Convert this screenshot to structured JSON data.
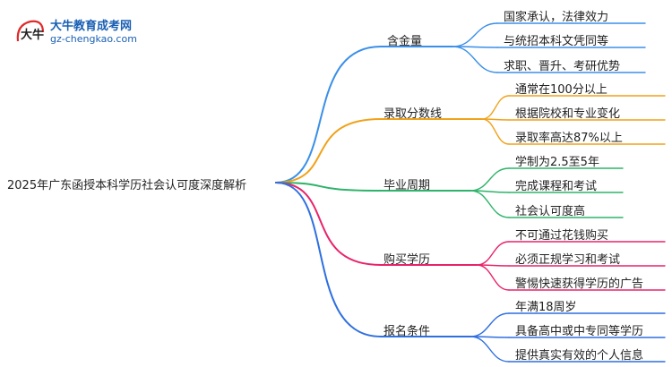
{
  "logo": {
    "name": "大牛教育成考网",
    "url": "gz-chengkao.com",
    "mark_text": "大牛"
  },
  "root": {
    "label": "2025年广东函授本科学历社会认可度深度解析"
  },
  "branches": [
    {
      "label": "含金量",
      "color": "#3a8fe8",
      "leaves": [
        "国家承认，法律效力",
        "与统招本科文凭同等",
        "求职、晋升、考研优势"
      ]
    },
    {
      "label": "录取分数线",
      "color": "#f0a21a",
      "leaves": [
        "通常在100分以上",
        "根据院校和专业变化",
        "录取率高达87%以上"
      ]
    },
    {
      "label": "毕业周期",
      "color": "#2db36a",
      "leaves": [
        "学制为2.5至5年",
        "完成课程和考试",
        "社会认可度高"
      ]
    },
    {
      "label": "购买学历",
      "color": "#e8236b",
      "leaves": [
        "不可通过花钱购买",
        "必须正规学习和考试",
        "警惕快速获得学历的广告"
      ]
    },
    {
      "label": "报名条件",
      "color": "#2f6fe0",
      "leaves": [
        "年满18周岁",
        "具备高中或中专同等学历",
        "提供真实有效的个人信息"
      ]
    }
  ]
}
